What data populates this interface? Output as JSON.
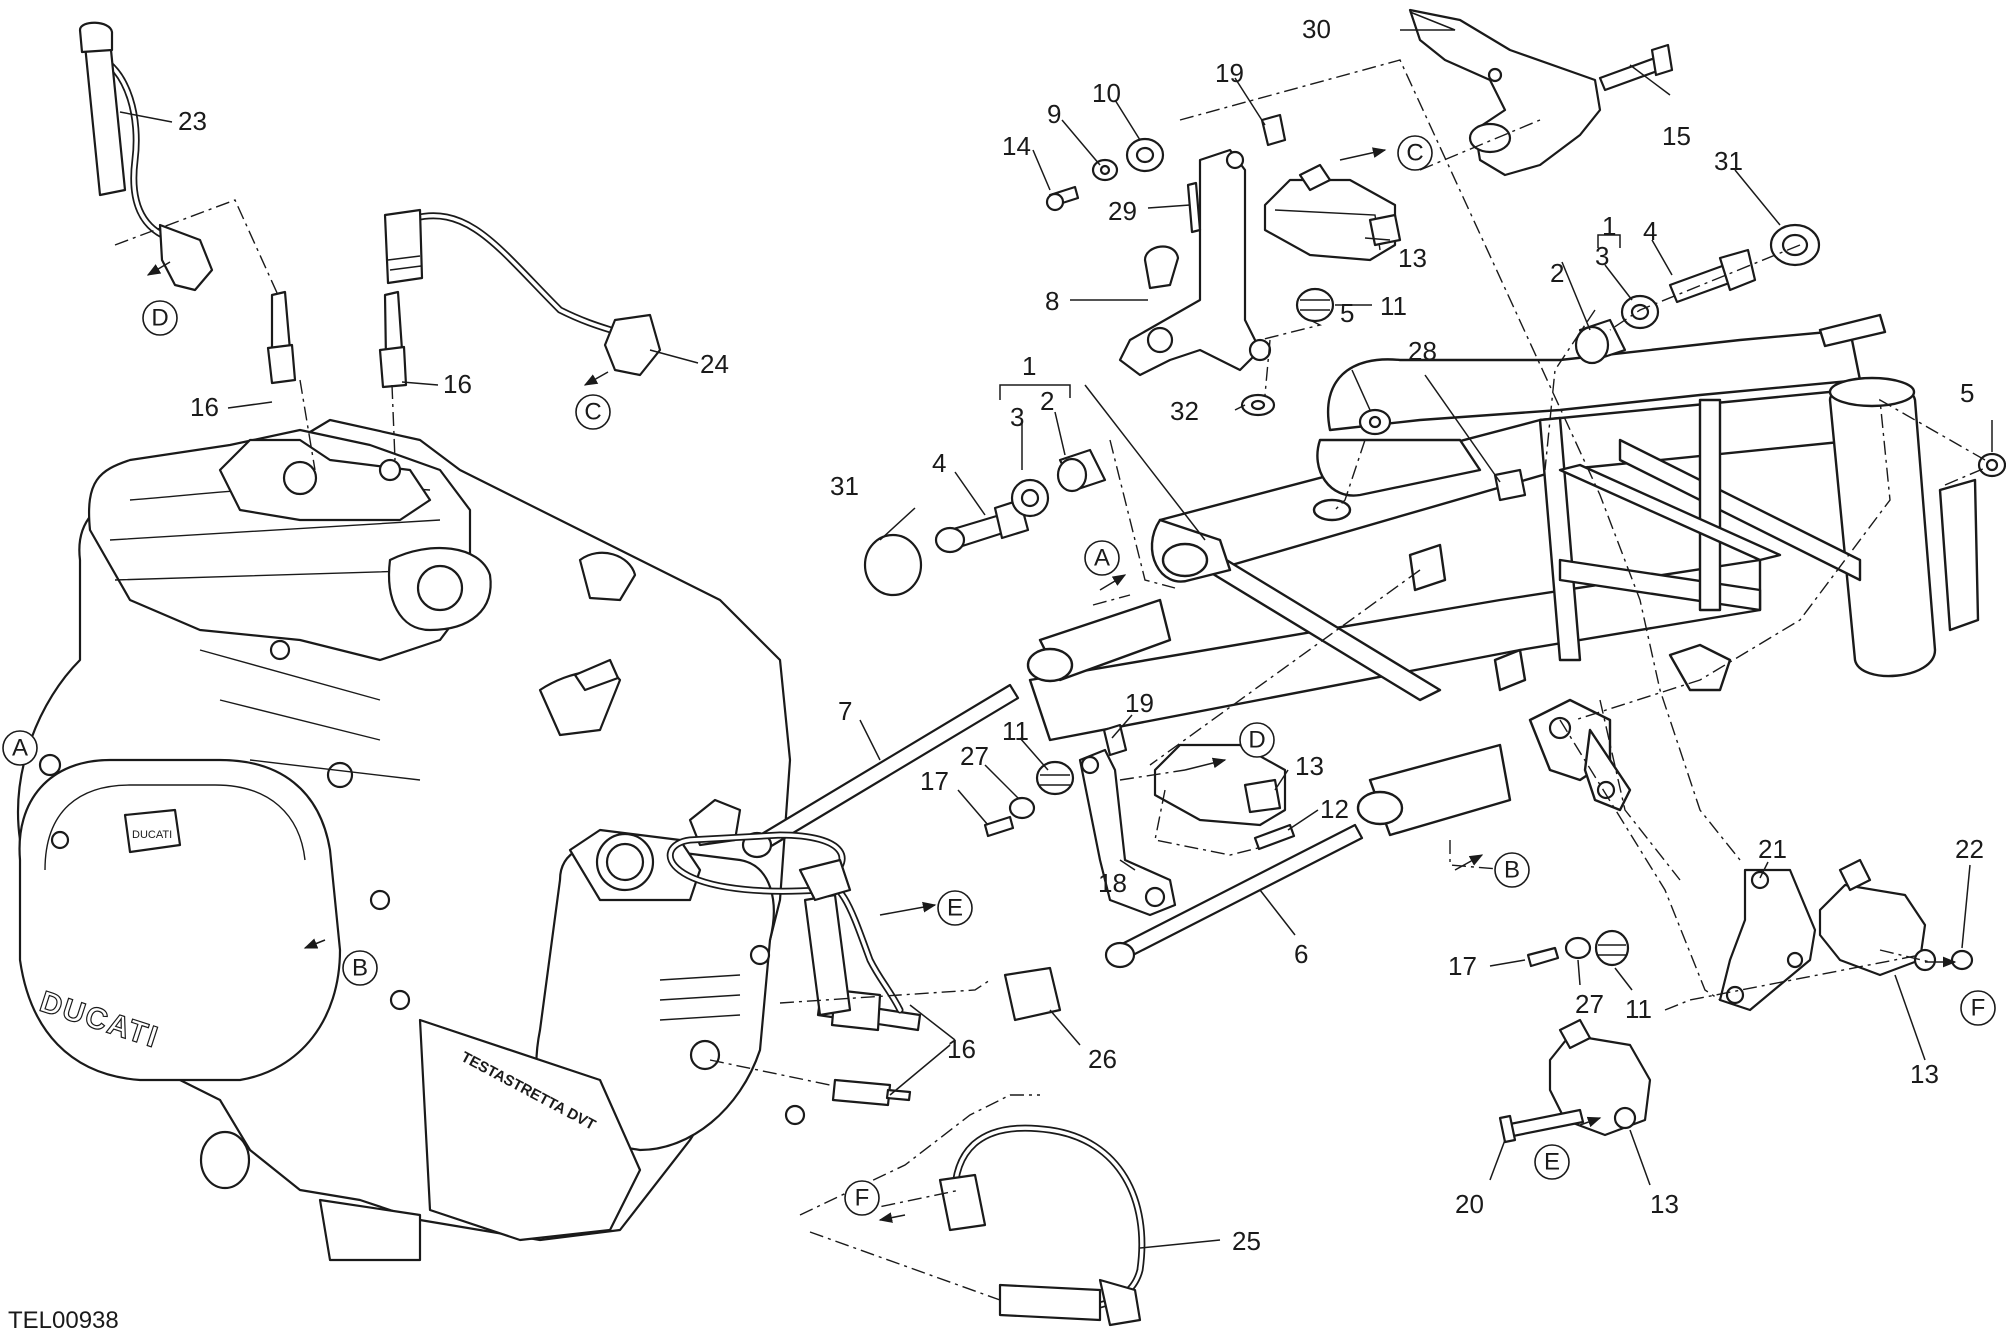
{
  "drawing_code": "TEL00938",
  "brand": {
    "engine_logo": "DUCATI",
    "head_marking": "TESTASTRETTA DVT",
    "cover_badge": "DUCATI"
  },
  "callouts": {
    "c30": "30",
    "c19a": "19",
    "c10": "10",
    "c9": "9",
    "c14": "14",
    "c29": "29",
    "c13a": "13",
    "c8": "8",
    "c11a": "11",
    "c32": "32",
    "c15": "15",
    "c31a": "31",
    "c1a": "1",
    "c2a": "2",
    "c3a": "3",
    "c4a": "4",
    "c5a": "5",
    "c28": "28",
    "c5b": "5",
    "c23": "23",
    "c16a": "16",
    "c16b": "16",
    "c24": "24",
    "c1b": "1",
    "c3b": "3",
    "c2b": "2",
    "c4b": "4",
    "c31b": "31",
    "c7": "7",
    "c19b": "19",
    "c11b": "11",
    "c27a": "27",
    "c17a": "17",
    "c13b": "13",
    "c12": "12",
    "c18": "18",
    "c6": "6",
    "c26": "26",
    "c16c": "16",
    "c25": "25",
    "c21": "21",
    "c22": "22",
    "c17b": "17",
    "c27b": "27",
    "c11c": "11",
    "c13c": "13",
    "c20": "20",
    "c13d": "13"
  },
  "references": {
    "ra1": "A",
    "ra2": "A",
    "rb1": "B",
    "rb2": "B",
    "rc1": "C",
    "rc2": "C",
    "rd1": "D",
    "rd2": "D",
    "re1": "E",
    "re2": "E",
    "rf1": "F",
    "rf2": "F"
  }
}
